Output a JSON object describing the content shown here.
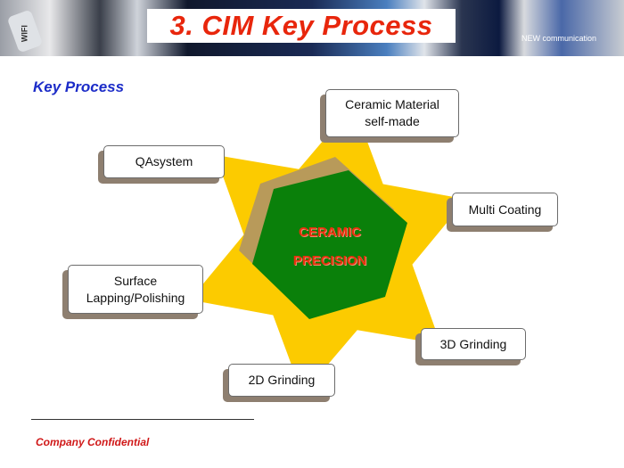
{
  "header": {
    "title": "3. CIM Key Process",
    "banner_badge": "WIFI",
    "banner_caption": "NEW communication"
  },
  "section_heading": "Key Process",
  "diagram": {
    "center": {
      "line1": "CERAMIC",
      "line2": "PRECISION"
    },
    "nodes": [
      {
        "label_line1": "Ceramic Material",
        "label_line2": "self-made"
      },
      {
        "label": "QAsystem"
      },
      {
        "label": "Multi Coating"
      },
      {
        "label_line1": "Surface",
        "label_line2": "Lapping/Polishing"
      },
      {
        "label": "3D Grinding"
      },
      {
        "label": "2D Grinding"
      }
    ],
    "colors": {
      "star": "#fccb00",
      "hexagon": "#0a800a",
      "hexagon_shadow": "#b89a5a",
      "center_text": "#e8300c"
    }
  },
  "footer": {
    "confidential": "Company Confidential"
  }
}
